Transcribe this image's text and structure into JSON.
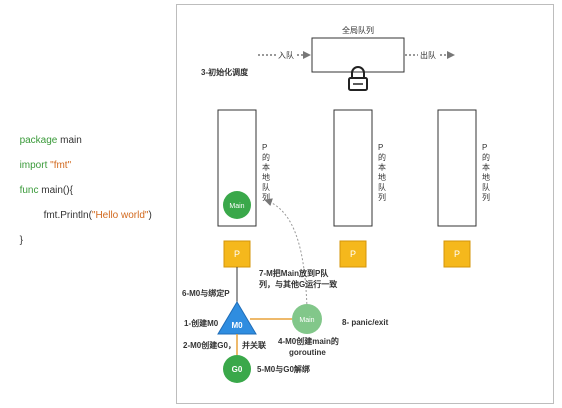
{
  "code": {
    "line1_kw": "package",
    "line1_rest": " main",
    "line2_kw": "import",
    "line2_str": " \"fmt\"",
    "line3_kw": "func",
    "line3_rest": " main(){",
    "line4_pre": "fmt.Println(",
    "line4_str": "\"Hello world\"",
    "line4_post": ")",
    "line5": "}"
  },
  "diagram": {
    "global_queue_label": "全局队列",
    "enqueue_label": "入队",
    "dequeue_label": "出队",
    "step3": "3-初始化调度",
    "local_queue_text": "P的本地队列",
    "p_label": "P",
    "main_goroutine": "Main",
    "m0_label": "M0",
    "g0_label": "G0",
    "step1": "1-创建M0",
    "step2a": "2-M0创建G0，",
    "step2b": "并关联",
    "step4a": "4-M0创建main的",
    "step4b": "goroutine",
    "step5": "5-M0与G0解绑",
    "step6": "6-M0与绑定P",
    "step7a": "7-M把Main放到P队",
    "step7b": "列，与其他G运行一致",
    "step8": "8- panic/exit"
  },
  "colors": {
    "p_fill": "#f5b81c",
    "p_stroke": "#d4950a",
    "main_fill": "#3aa84a",
    "main_light": "#82c78a",
    "m0_fill": "#2f8de0",
    "keyword": "#3a9a3a",
    "string": "#d2691e"
  }
}
